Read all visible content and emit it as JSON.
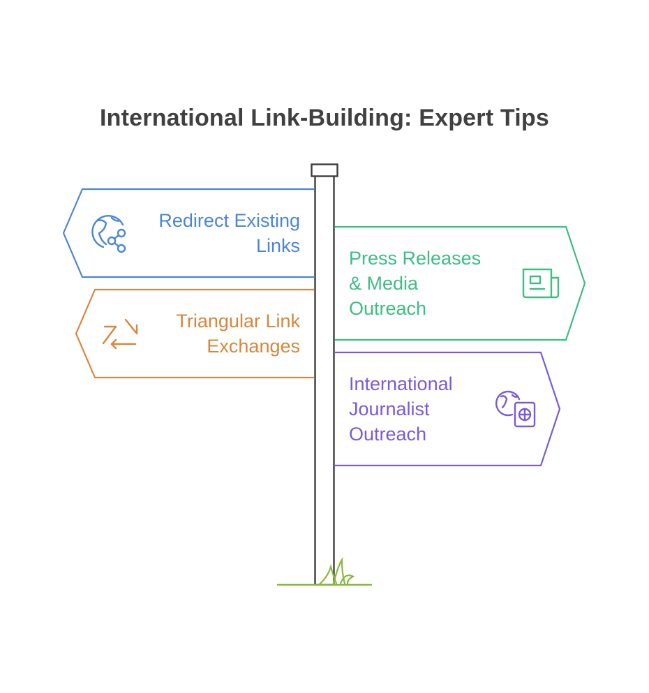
{
  "title": "International Link-Building: Expert Tips",
  "colors": {
    "blue": "#4a86d6",
    "green": "#3dbd84",
    "orange": "#d6873b",
    "purple": "#7a5ad8",
    "post": "#3d3d3d",
    "grass": "#8ab83a"
  },
  "signs": [
    {
      "id": "redirect",
      "side": "left",
      "icon": "globe-share-icon",
      "color": "#4a86d6",
      "lines": [
        "Redirect Existing",
        "Links"
      ]
    },
    {
      "id": "triangular",
      "side": "left",
      "icon": "exchange-arrows-icon",
      "color": "#d6873b",
      "lines": [
        "Triangular Link",
        "Exchanges"
      ]
    },
    {
      "id": "press",
      "side": "right",
      "icon": "newspaper-icon",
      "color": "#3dbd84",
      "lines": [
        "Press Releases",
        "& Media",
        "Outreach"
      ]
    },
    {
      "id": "journalist",
      "side": "right",
      "icon": "globe-passport-icon",
      "color": "#7a5ad8",
      "lines": [
        "International",
        "Journalist",
        "Outreach"
      ]
    }
  ]
}
